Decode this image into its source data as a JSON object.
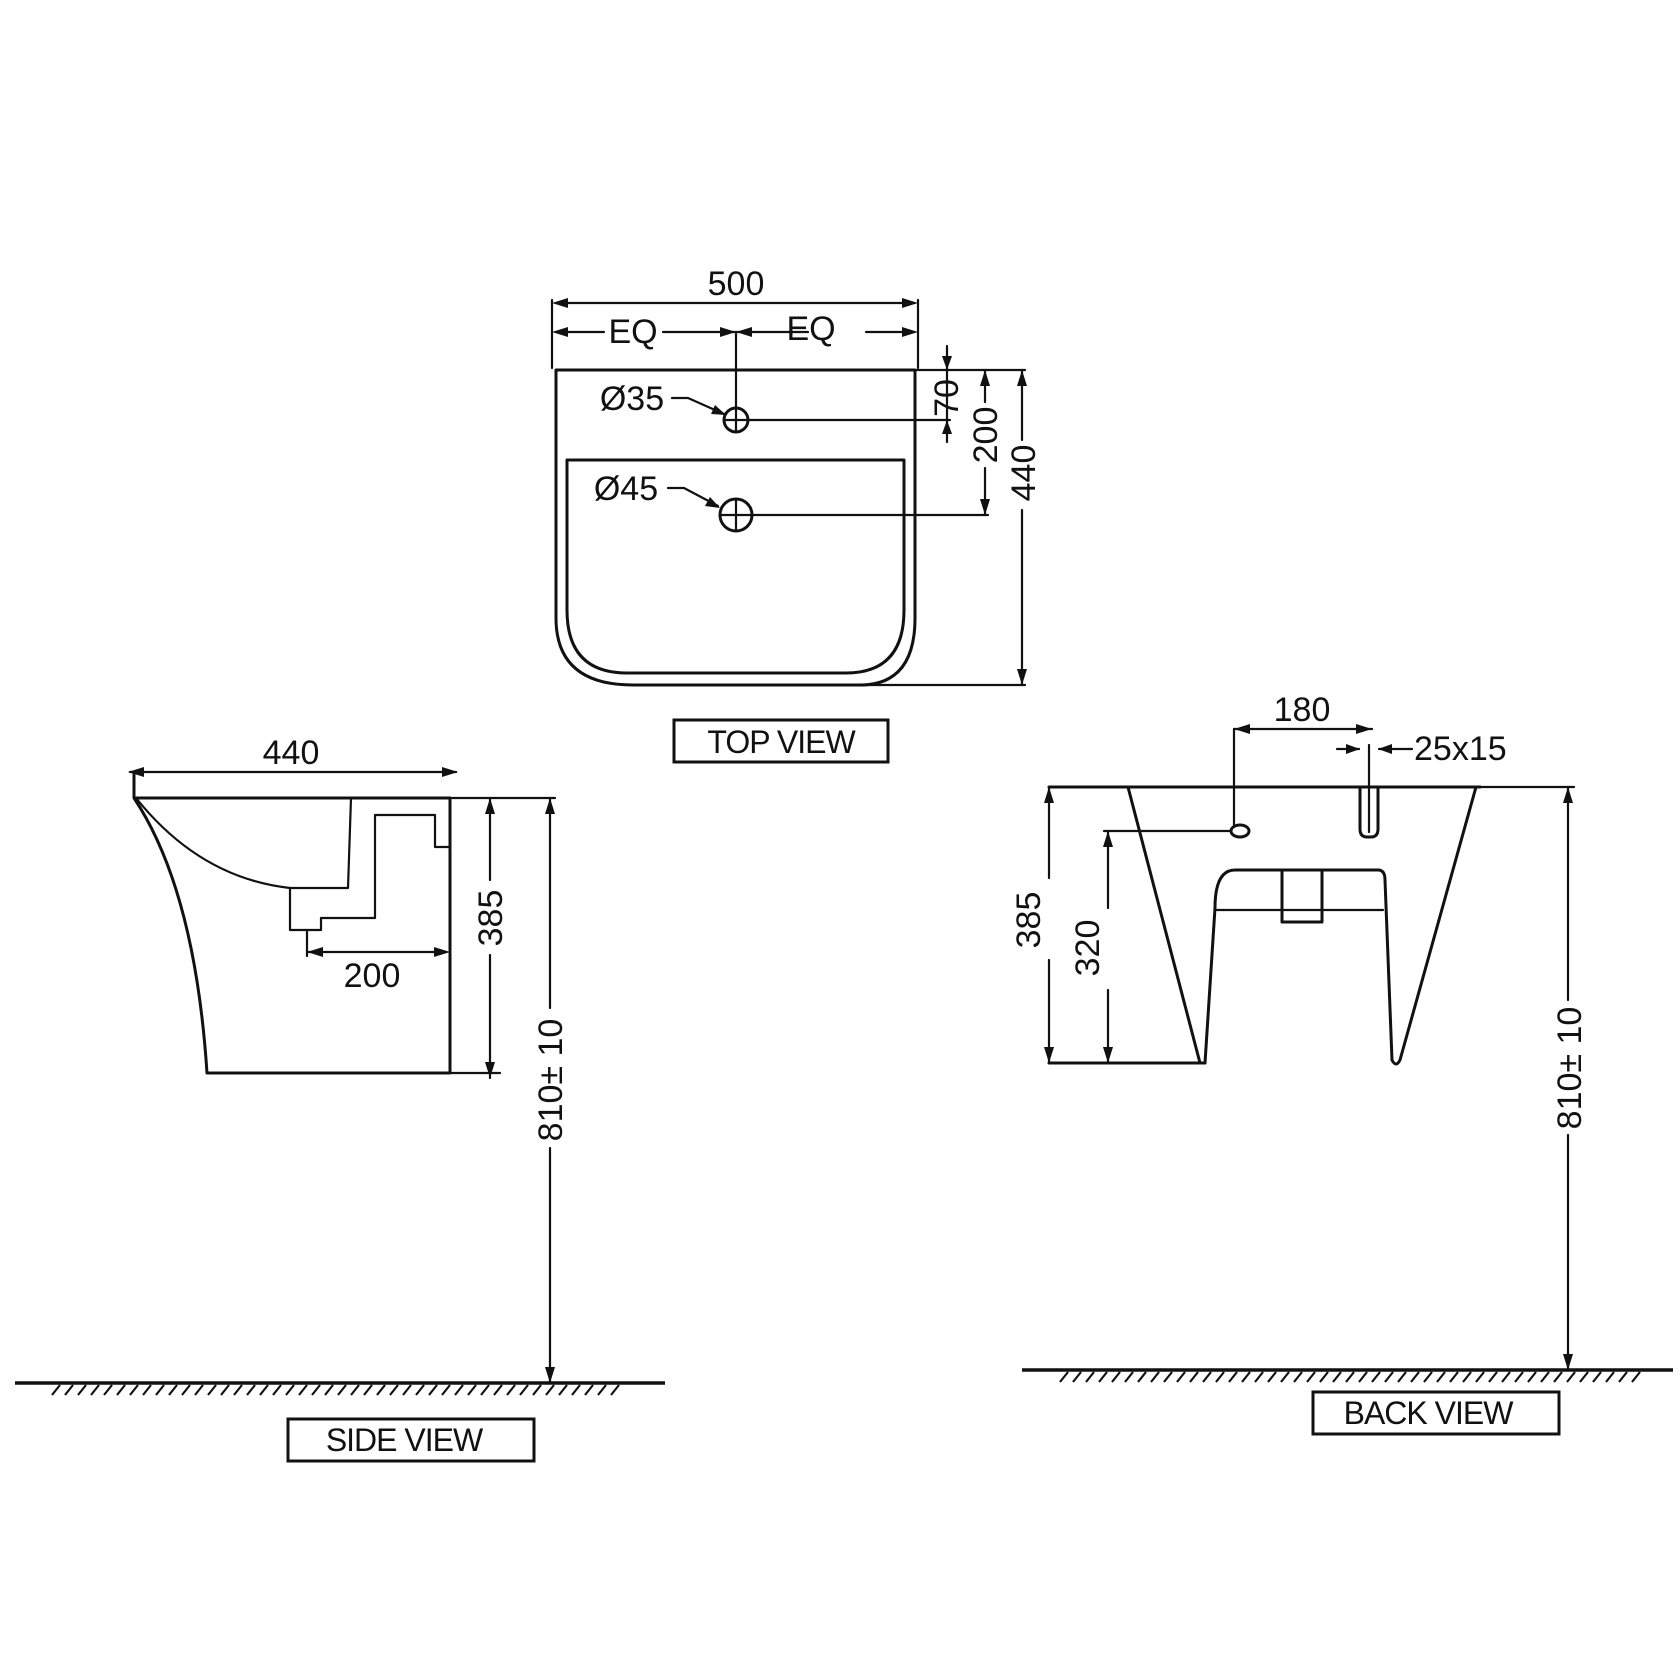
{
  "top_view": {
    "label": "TOP VIEW",
    "dim_width": "500",
    "dim_eq_left": "EQ",
    "dim_eq_right": "EQ",
    "dim_tap_hole": "Ø35",
    "dim_waste_hole": "Ø45",
    "dim_70": "70",
    "dim_200": "200",
    "dim_440": "440"
  },
  "side_view": {
    "label": "SIDE VIEW",
    "dim_depth": "440",
    "dim_200": "200",
    "dim_385": "385",
    "dim_height": "810± 10"
  },
  "back_view": {
    "label": "BACK VIEW",
    "dim_180": "180",
    "dim_slot": "25x15",
    "dim_385": "385",
    "dim_320": "320",
    "dim_height": "810± 10"
  }
}
